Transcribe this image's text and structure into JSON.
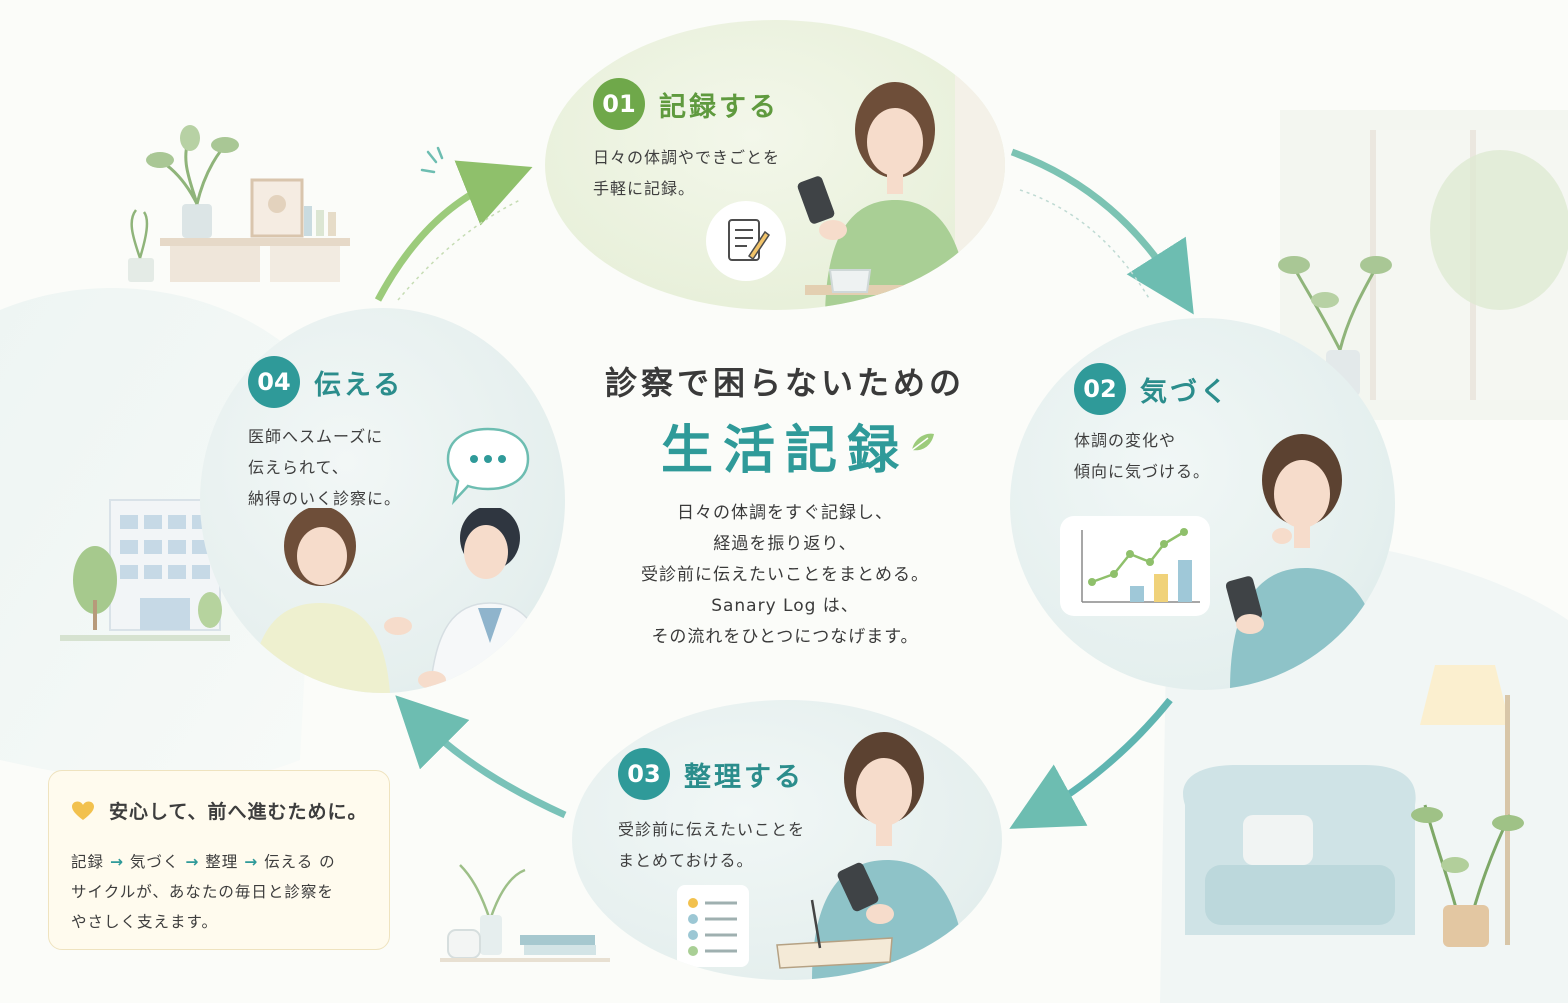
{
  "center": {
    "title_line1": "診察で困らないための",
    "title_line2": "生活記録",
    "description": [
      "日々の体調をすぐ記録し、",
      "経過を振り返り、",
      "受診前に伝えたいことをまとめる。",
      "Sanary Log は、",
      "その流れをひとつにつなげます。"
    ]
  },
  "steps": [
    {
      "number": "01",
      "title": "記録する",
      "description": [
        "日々の体調やできごとを",
        "手軽に記録。"
      ],
      "icon": "notepad-pencil-icon"
    },
    {
      "number": "02",
      "title": "気づく",
      "description": [
        "体調の変化や",
        "傾向に気づける。"
      ],
      "icon": "line-bar-chart-icon"
    },
    {
      "number": "03",
      "title": "整理する",
      "description": [
        "受診前に伝えたいことを",
        "まとめておける。"
      ],
      "icon": "checklist-icon"
    },
    {
      "number": "04",
      "title": "伝える",
      "description": [
        "医師へスムーズに",
        "伝えられて、",
        "納得のいく診察に。"
      ],
      "icon": "speech-bubble-icon"
    }
  ],
  "note": {
    "title": "安心して、前へ進むために。",
    "cycle": [
      "記録",
      "気づく",
      "整理",
      "伝える"
    ],
    "arrow": "→",
    "cycle_suffix": "の",
    "body": [
      "サイクルが、あなたの毎日と診察を",
      "やさしく支えます。"
    ],
    "icon": "heart-icon"
  },
  "colors": {
    "green_accent": "#6fa84a",
    "teal_accent": "#2f9a99",
    "note_background": "#fffbee",
    "heart": "#f2c14e"
  }
}
